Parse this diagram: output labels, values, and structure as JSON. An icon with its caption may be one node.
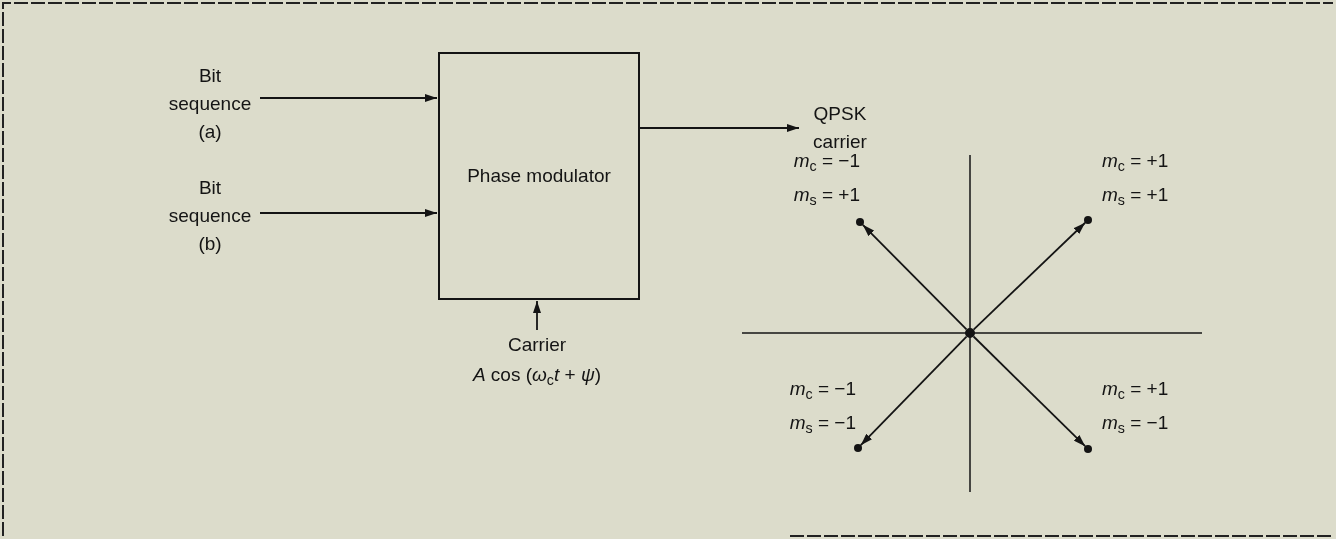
{
  "diagram": {
    "nodes": [
      {
        "text": [
          "Bit sequence (a)"
        ]
      },
      {
        "text": [
          "Bit sequence (b)"
        ]
      },
      {
        "text": [
          "Phase modulator"
        ]
      },
      {
        "text": [
          "Carrier",
          "*A* cos (*ω*$_{c}$*t* + *ψ*)"
        ]
      },
      {
        "text": [
          "QPSK carrier"
        ]
      },
      {
        "text": [],
        "shape": "circle"
      },
      {
        "text": [],
        "shape": "circle",
        "beside": [
          "*m*$_{c}$ = −1",
          "*m*$_{s}$ = +1"
        ]
      },
      {
        "text": [],
        "shape": "circle",
        "beside": [
          "*m*$_{c}$ = +1",
          "*m*$_{s}$ = +1"
        ]
      },
      {
        "text": [],
        "shape": "circle",
        "beside": [
          "*m*$_{c}$ = −1",
          "*m*$_{s}$ = −1"
        ]
      },
      {
        "text": [],
        "shape": "circle",
        "beside": [
          "*m*$_{c}$ = +1",
          "*m*$_{s}$ = −1"
        ]
      }
    ],
    "edges": [
      {
        "from": 0,
        "to": 2,
        "arrow": "to"
      },
      {
        "from": 1,
        "to": 2,
        "arrow": "to"
      },
      {
        "from": 3,
        "to": 2,
        "arrow": "to"
      },
      {
        "from": 2,
        "to": 4,
        "arrow": "to"
      },
      {
        "from": 5,
        "to": 6,
        "arrow": "to"
      },
      {
        "from": 5,
        "to": 7,
        "arrow": "to"
      },
      {
        "from": 5,
        "to": 8,
        "arrow": "to"
      },
      {
        "from": 5,
        "to": 9,
        "arrow": "to"
      }
    ]
  }
}
